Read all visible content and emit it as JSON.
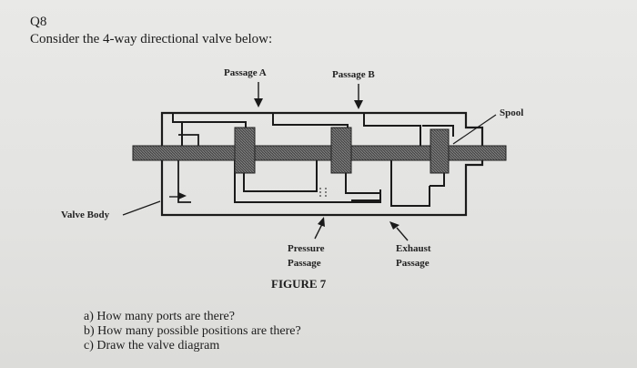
{
  "question": {
    "number": "Q8",
    "intro": "Consider the 4-way directional valve below:"
  },
  "figure": {
    "labels": {
      "passage_a": "Passage A",
      "passage_b": "Passage B",
      "spool": "Spool",
      "valve_body": "Valve Body",
      "pressure_line1": "Pressure",
      "pressure_line2": "Passage",
      "exhaust_line1": "Exhaust",
      "exhaust_line2": "Passage"
    },
    "caption": "FIGURE 7"
  },
  "subquestions": [
    "a)  How many ports are there?",
    "b)  How many possible positions are there?",
    "c)  Draw the valve diagram"
  ]
}
